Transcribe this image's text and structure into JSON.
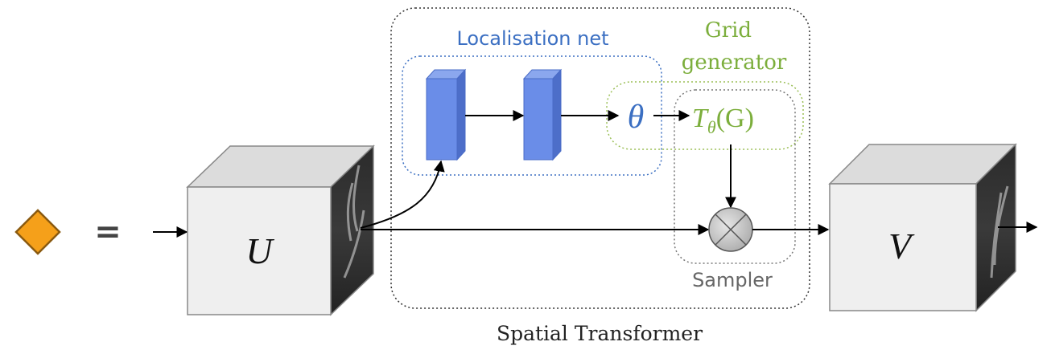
{
  "legend": {
    "equals_label": "="
  },
  "input_cube": {
    "label": "U"
  },
  "output_cube": {
    "label": "V"
  },
  "localisation_net": {
    "label": "Localisation net"
  },
  "grid_generator": {
    "label_line1": "Grid",
    "label_line2": "generator",
    "transform_func": "T",
    "transform_sub": "θ",
    "transform_arg": "(G)"
  },
  "theta": {
    "label": "θ"
  },
  "sampler": {
    "label": "Sampler"
  },
  "spatial_transformer": {
    "label": "Spatial Transformer"
  },
  "colors": {
    "diamond": "#f5a01a",
    "blue_box": "#6a8de8",
    "localisation_blue": "#3b6fc2",
    "grid_green": "#7cae3c",
    "sampler_gray": "#777777",
    "cube_front": "#efefef"
  }
}
